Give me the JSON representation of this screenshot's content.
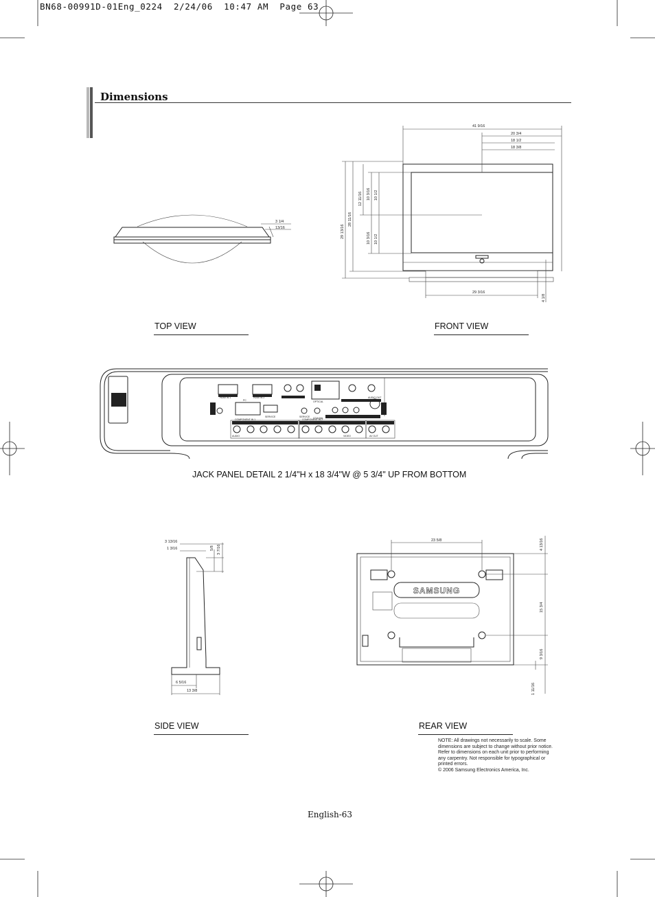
{
  "header": {
    "text": "BN68-00991D-01Eng_0224  2/24/06  10:47 AM  Page 63"
  },
  "section": {
    "title": "Dimensions"
  },
  "colors": {
    "bar_dark": "#555555",
    "bar_light": "#b8b8b8",
    "ink": "#222222"
  },
  "views": {
    "top": {
      "label": "TOP VIEW",
      "dims": [
        "3 1/4",
        "13/16"
      ]
    },
    "front": {
      "label": "FRONT VIEW",
      "dims": [
        "41 9/16",
        "20 3/4",
        "18 1/2",
        "18 3/8",
        "12 11/16",
        "10 3/16",
        "10 1/2",
        "28 11/16",
        "29 13/16",
        "10 3/16",
        "10 1/2",
        "29 3/16",
        "4 1/8"
      ]
    },
    "side": {
      "label": "SIDE VIEW",
      "dims": [
        "3 13/16",
        "1 3/16",
        "5/8",
        "3 7/16",
        "6 5/16",
        "13 3/8"
      ]
    },
    "rear": {
      "label": "REAR VIEW",
      "dims": [
        "23 5/8",
        "4 13/16",
        "15 3/4",
        "9 3/16",
        "1 11/16"
      ],
      "brand": "SAMSUNG"
    }
  },
  "jack_panel": {
    "caption": "JACK PANEL DETAIL 2 1/4\"H x 18 3/4\"W @ 5 3/4\" UP FROM BOTTOM",
    "labels": [
      "HDMI IN 1",
      "HDMI IN 2",
      "DVI IN",
      "PC",
      "SERVICE",
      "SERVICE",
      "OPTICAL",
      "COAXIAL",
      "ANTENNA IN",
      "AV IN",
      "S-VIDEO",
      "AUDIO OUT",
      "COMPONENT IN 1",
      "COMPONENT IN 2",
      "AUDIO",
      "VIDEO",
      "AV OUT"
    ]
  },
  "note": {
    "lines": [
      "NOTE:  All drawings not necessarily to scale.  Some",
      "dimensions are subject to change without prior notice.",
      "Refer to dimensions on each unit prior to performing",
      "any carpentry.  Not responsible for typographical or",
      "printed errors.",
      "© 2006 Samsung Electronics America, Inc."
    ]
  },
  "footer": {
    "page": "English-63"
  }
}
